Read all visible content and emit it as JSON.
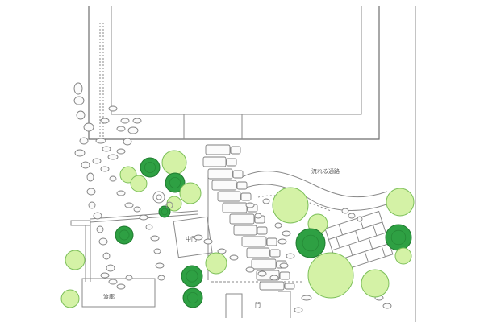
{
  "plan": {
    "labels": {
      "path_label": "流れる通路",
      "middle_gate": "中門",
      "gate": "門",
      "bottom_left": "渡廊"
    }
  },
  "colors": {
    "light_tree": "#d4f2a6",
    "light_tree_stroke": "#7cbf59",
    "dark_tree": "#2ea043",
    "dark_tree_inner": "#1f7a2f",
    "pencil": "#8a8a8a",
    "stone_fill": "#fbfbfb"
  }
}
